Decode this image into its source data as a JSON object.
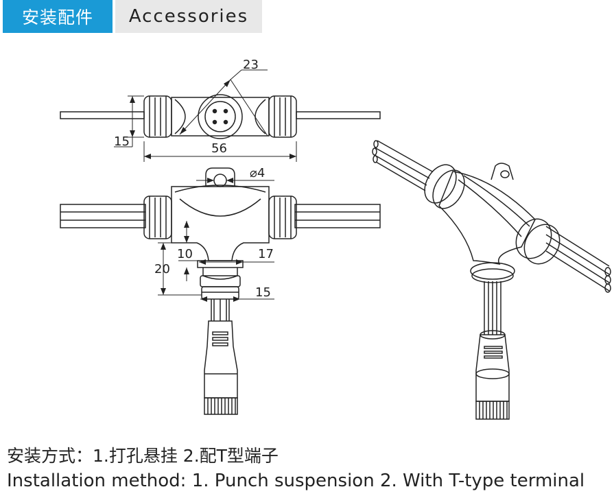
{
  "header": {
    "title_cn": "安装配件",
    "title_en": "Accessories"
  },
  "dimensions": {
    "d23": "23",
    "d15_top": "15",
    "d56": "56",
    "d_phi4": "⌀4",
    "d10": "10",
    "d17": "17",
    "d20": "20",
    "d15_bottom": "15"
  },
  "caption": {
    "cn": "安装方式：1.打孔悬挂 2.配T型端子",
    "en": "Installation method: 1. Punch suspension 2. With T-type terminal"
  },
  "colors": {
    "accent": "#1a9ad6",
    "line": "#222222"
  }
}
